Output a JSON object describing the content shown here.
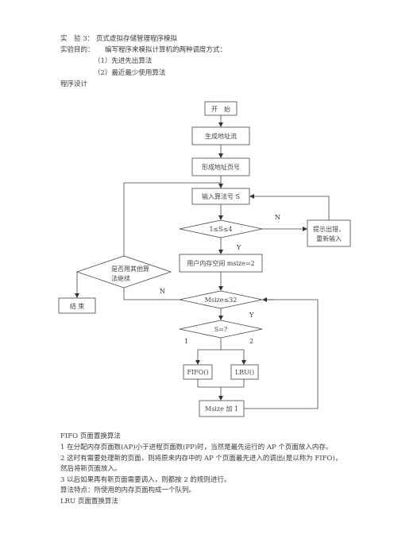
{
  "header": {
    "title_label": "实　验 3：",
    "title_text": "页式虚拟存储管理程序模拟",
    "purpose_label": "实验目的：",
    "purpose_text": "编写程序来模拟计算机的两种调度方式：",
    "item1": "（1）先进先出算法",
    "item2": "（2）最近最少使用算法",
    "design": "程序设计"
  },
  "flowchart": {
    "start": "开　始",
    "gen_addr": "生成地址流",
    "page_no": "形成地址页号",
    "input_alg": "输入算法号 S",
    "check_s": "1≤S≤4",
    "error_line1": "提示出错，",
    "error_line2": "重新输入",
    "mem_space": "用户内存空间 msize=2",
    "other_line1": "是否用其他算",
    "other_line2": "法继续",
    "end": "结 束",
    "loop_cond": "Msize≤32",
    "switch_s": "S=?",
    "fifo": "FIFO()",
    "lru": "LRU()",
    "inc": "Msize 加 1",
    "label_n1": "N",
    "label_y1": "Y",
    "label_n2": "N",
    "label_y2": "Y",
    "label_1": "1",
    "label_2": "2"
  },
  "description": {
    "fifo_title": "FIFO 页面置换算法",
    "fifo_1": "1 在分配内存页面数(AP)小于进程页面数(PP)时，当然是最先运行的 AP 个页面放入内存。",
    "fifo_2a": "2 这时有需要处理新的页面，则将原来内存中的 AP 个页面最先进入的调出(是以称为 FIFO)，",
    "fifo_2b": "然后将新页面放入。",
    "fifo_3": "3 以后如果再有新页面需要调入，则都按 2 的规则进行。",
    "fifo_feature": "算法特点：所使用的内存页面构成一个队列。",
    "lru_title": "LRU 页面置换算法"
  }
}
